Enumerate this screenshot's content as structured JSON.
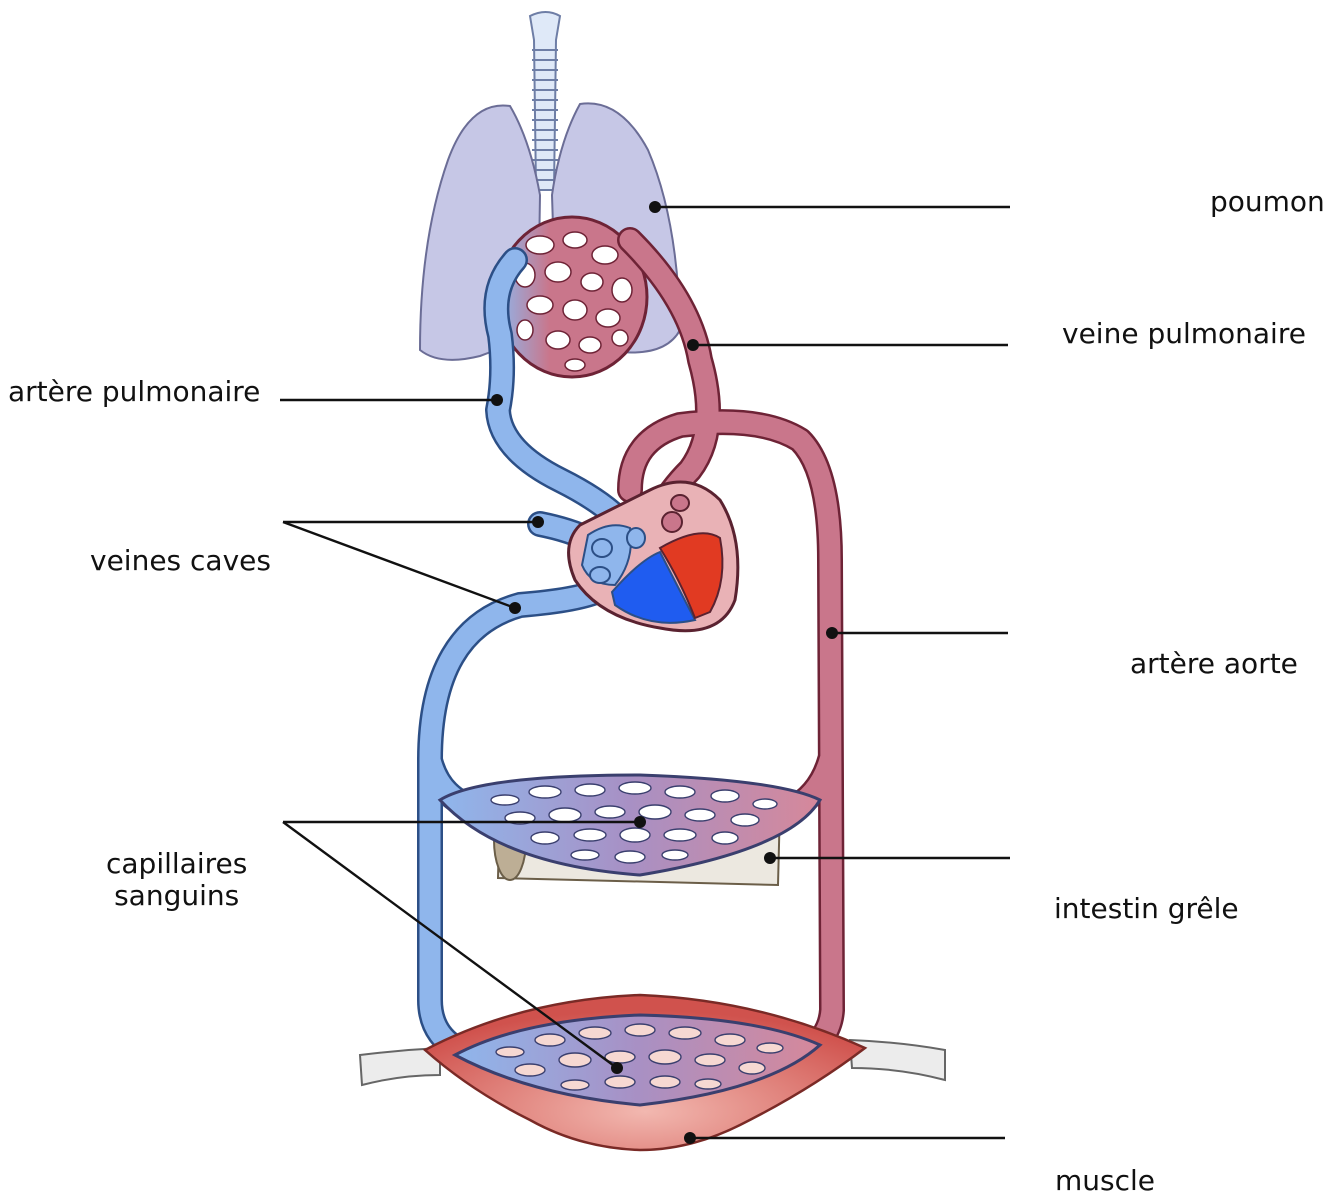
{
  "labels": {
    "poumon": "poumon",
    "veine_pulmonaire": "veine pulmonaire",
    "artere_pulmonaire": "artère pulmonaire",
    "veines_caves": "veines caves",
    "artere_aorte": "artère aorte",
    "capillaires_line1": "capillaires",
    "capillaires_line2": "sanguins",
    "intestin_grele": "intestin grêle",
    "muscle": "muscle"
  },
  "colors": {
    "lung": "#c6c7e6",
    "oxygenated_vessel": "#c9768b",
    "deoxygenated_vessel": "#8fb6ec",
    "heart_left_ventricle": "#e13a22",
    "heart_right_ventricle": "#1f5cf0",
    "muscle": "#d35a55",
    "intestine": "#ece8e0"
  }
}
